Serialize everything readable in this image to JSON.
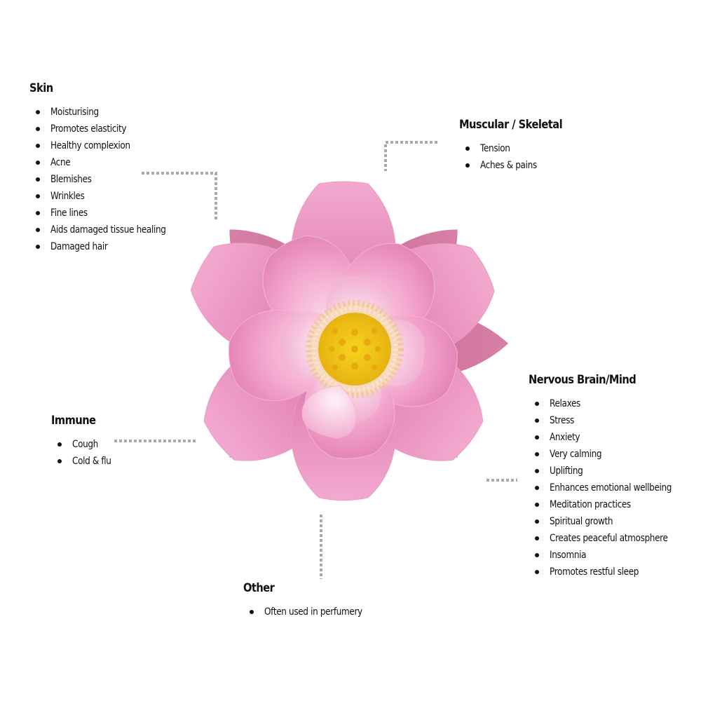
{
  "sections": {
    "skin": {
      "title": "Skin",
      "items": [
        "Moisturising",
        "Promotes elasticity",
        "Healthy complexion",
        "Acne",
        "Blemishes",
        "Wrinkles",
        "Fine lines",
        "Aids damaged tissue healing",
        "Damaged hair"
      ]
    },
    "muscular": {
      "title": "Muscular / Skeletal",
      "items": [
        "Tension",
        "Aches & pains"
      ]
    },
    "nervous": {
      "title": "Nervous Brain/Mind",
      "items": [
        "Relaxes",
        "Stress",
        "Anxiety",
        "Very calming",
        "Uplifting",
        "Enhances emotional wellbeing",
        "Meditation practices",
        "Spiritual growth",
        "Creates peaceful atmosphere",
        "Insomnia",
        "Promotes restful sleep"
      ]
    },
    "immune": {
      "title": "Immune",
      "items": [
        "Cough",
        "Cold & flu"
      ]
    },
    "other": {
      "title": "Other",
      "items": [
        "Often used in perfumery"
      ]
    }
  },
  "colors": {
    "connector": "#a9a9a9",
    "petal_outer": "#e48ab8",
    "petal_inner": "#f7c6df",
    "receptacle": "#f2c21a",
    "stamen": "#f6d6b8"
  },
  "icons": {
    "center": "lotus-flower-icon"
  }
}
